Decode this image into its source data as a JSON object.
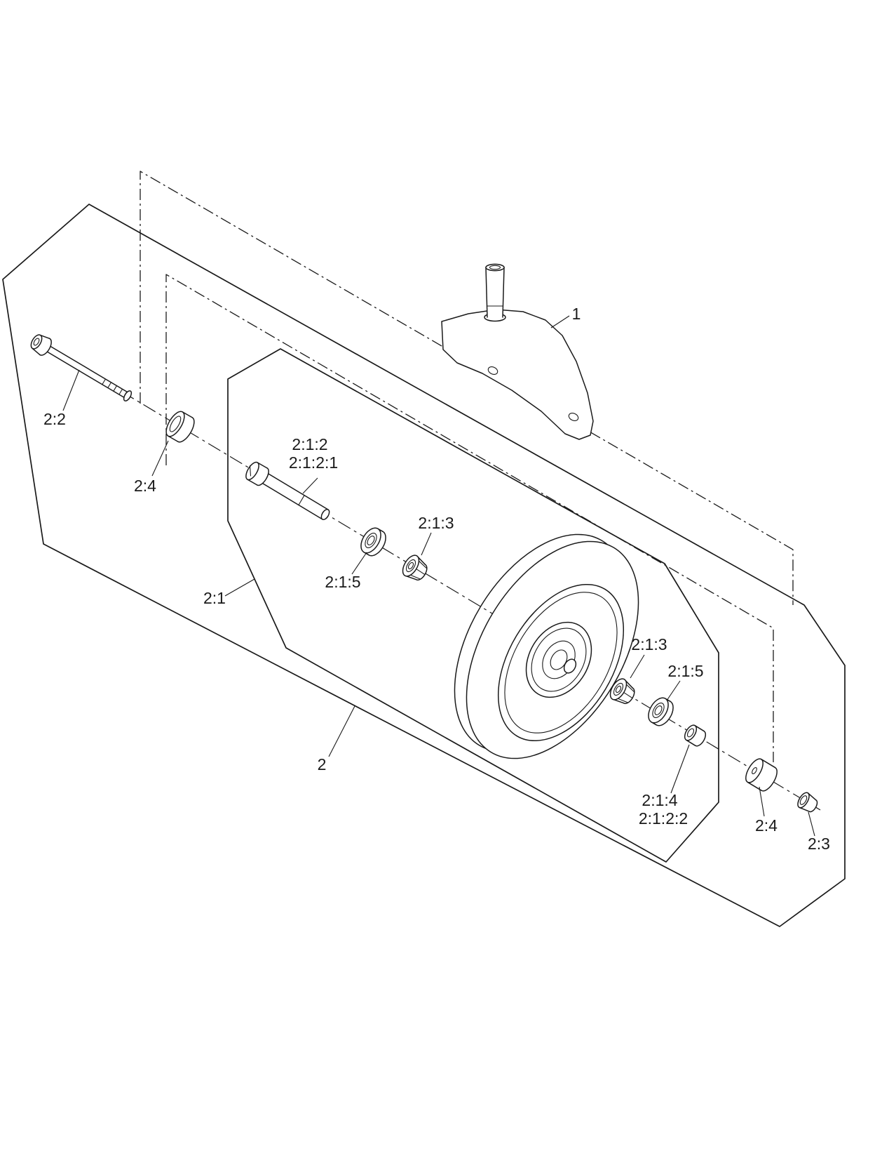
{
  "page": {
    "background": "#ffffff",
    "line_color": "#1a1a1a",
    "kind": "exploded parts diagram"
  },
  "diagram": {
    "callouts": {
      "fork": "1",
      "frame": "2",
      "wheel_arm": "2:1",
      "bolt": "2:2",
      "nut": "2:3",
      "spacer_left": "2:4",
      "spacer_right": "2:4",
      "axle_line1": "2:1:2",
      "axle_line2": "2:1:2:1",
      "bearing_left": "2:1:3",
      "bearing_right": "2:1:3",
      "small_spacer_line1": "2:1:4",
      "small_spacer_line2": "2:1:2:2",
      "seal_left": "2:1:5",
      "seal_right": "2:1:5"
    }
  }
}
